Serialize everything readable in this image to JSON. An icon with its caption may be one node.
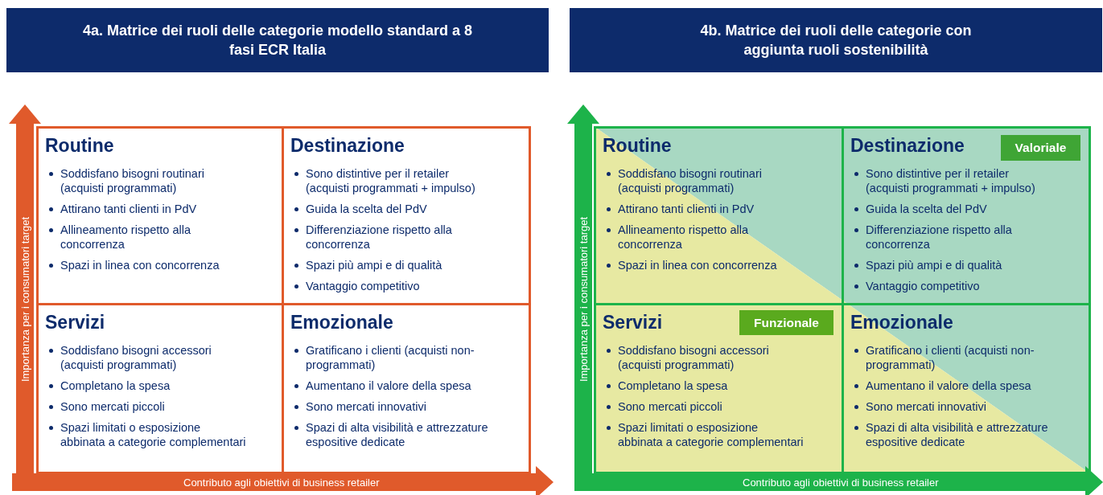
{
  "diagram": {
    "nodes": [
      {
        "text": [
          "4a. Matrice dei ruoli delle categorie modello standard a 8 fasi ECR Italia"
        ]
      },
      {
        "text": [
          "4b. Matrice dei ruoli delle categorie con aggiunta ruoli sostenibilità"
        ]
      },
      {
        "text": [
          "Routine",
          "Soddisfano bisogni routinari (acquisti programmati)",
          "Attirano tanti clienti in PdV",
          "Allineamento rispetto alla concorrenza",
          "Spazi in linea con concorrenza"
        ]
      },
      {
        "text": [
          "Destinazione",
          "Sono distintive per il retailer (acquisti programmati + impulso)",
          "Guida la scelta del PdV",
          "Differenziazione rispetto alla concorrenza",
          "Spazi più ampi e di qualità",
          "Vantaggio competitivo"
        ]
      },
      {
        "text": [
          "Servizi",
          "Soddisfano bisogni accessori (acquisti programmati)",
          "Completano la spesa",
          "Sono mercati piccoli",
          "Spazi limitati o esposizione abbinata a categorie complementari"
        ]
      },
      {
        "text": [
          "Emozionale",
          "Gratificano i clienti (acquisti non-programmati)",
          "Aumentano il valore della spesa",
          "Sono mercati innovativi",
          "Spazi di alta visibilità e attrezzature espositive dedicate"
        ]
      },
      {
        "text": [
          "Routine",
          "Soddisfano bisogni routinari (acquisti programmati)",
          "Attirano tanti clienti in PdV",
          "Allineamento rispetto alla concorrenza",
          "Spazi in linea con concorrenza"
        ]
      },
      {
        "text": [
          "Destinazione",
          "Sono distintive per il retailer (acquisti programmati + impulso)",
          "Guida la scelta del PdV",
          "Differenziazione rispetto alla concorrenza",
          "Spazi più ampi e di qualità",
          "Vantaggio competitivo"
        ]
      },
      {
        "text": [
          "Valoriale"
        ],
        "in": 7
      },
      {
        "text": [
          "Servizi",
          "Soddisfano bisogni accessori (acquisti programmati)",
          "Completano la spesa",
          "Sono mercati piccoli",
          "Spazi limitati o esposizione abbinata a categorie complementari"
        ]
      },
      {
        "text": [
          "Funzionale"
        ],
        "in": 9
      },
      {
        "text": [
          "Emozionale",
          "Gratificano i clienti (acquisti non-programmati)",
          "Aumentano il valore della spesa",
          "Sono mercati innovativi",
          "Spazi di alta visibilità e attrezzature espositive dedicate"
        ]
      }
    ],
    "labels": [
      "Importanza per i consumatori target",
      "Contributo agli obiettivi di business retailer",
      "Importanza per i consumatori target",
      "Contributo agli obiettivi di business retailer"
    ]
  }
}
